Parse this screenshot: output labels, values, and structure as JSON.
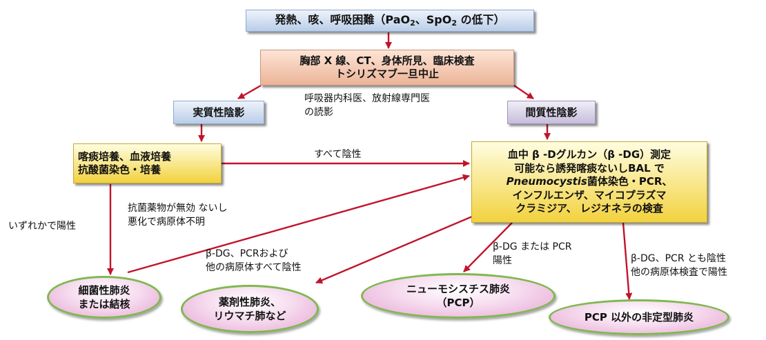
{
  "nodes": {
    "symptoms": {
      "text": "発熱、咳、呼吸困難（PaO",
      "sub1": "2",
      "mid": "、SpO",
      "sub2": "2",
      "tail": " の低下）"
    },
    "exam": {
      "line1": "胸部 X 線、CT、身体所見、臨床検査",
      "line2": "トシリズマブ一旦中止"
    },
    "consolidation": {
      "label": "実質性陰影"
    },
    "interstitial": {
      "label": "間質性陰影"
    },
    "culture": {
      "line1": "喀痰培養、血液培養",
      "line2": "抗酸菌染色・培養"
    },
    "bdg_test": {
      "line1": "血中 β -Dグルカン（β -DG）測定",
      "line2": "可能なら誘発喀痰ないしBAL で",
      "line3_italic": "Pneumocystis",
      "line3_rest": "菌体染色・PCR、",
      "line4": "インフルエンザ、マイコプラズマ",
      "line5": "クラミジア、 レジオネラの検査"
    },
    "bacterial": {
      "line1": "細菌性肺炎",
      "line2": "または結核"
    },
    "drug_induced": {
      "line1": "薬剤性肺炎、",
      "line2": "リウマチ肺など"
    },
    "pcp": {
      "line1": "ニューモシスチス肺炎",
      "line2": "（PCP）"
    },
    "atypical": {
      "label": "PCP 以外の非定型肺炎"
    }
  },
  "edge_labels": {
    "reading": {
      "line1": "呼吸器内科医、放射線専門医",
      "line2": "の読影"
    },
    "all_negative": "すべて陰性",
    "any_positive": "いずれかで陽性",
    "antibiotics": {
      "line1": "抗菌薬物が無効 ないし",
      "line2": "悪化で病原体不明"
    },
    "bdg_pcr_negative": {
      "line1": "β-DG、PCRおよび",
      "line2": "他の病原体すべて陰性"
    },
    "bdg_or_pcr": {
      "line1": "β-DG または PCR",
      "line2": "陽性"
    },
    "bdg_pcr_both": {
      "line1": "β-DG、PCR とも陰性",
      "line2": "他の病原体検査で陽性"
    }
  },
  "colors": {
    "arrow": "#c0142b",
    "ellipse_border": "#7fb84e"
  }
}
